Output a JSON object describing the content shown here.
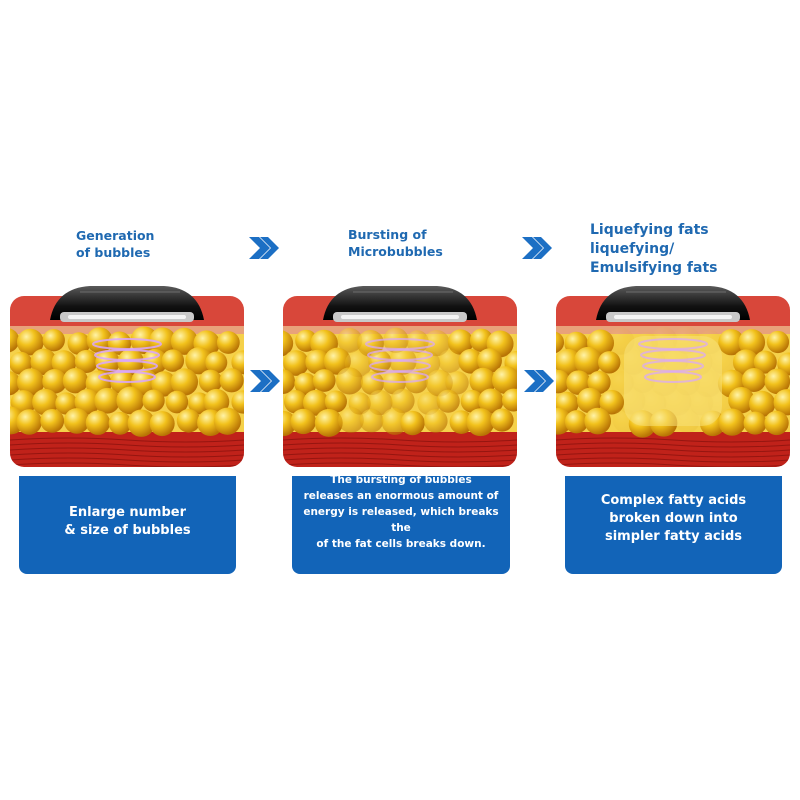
{
  "steps": [
    {
      "title": "Generation\nof bubbles",
      "caption": "Enlarge number\n& size of bubbles"
    },
    {
      "title": "Bursting of\nMicrobubbles",
      "caption": "The bursting of bubbles\nreleases an enormous amount of\nenergy is released, which breaks the\nof the fat cells breaks down."
    },
    {
      "title": "Liquefying fats\nliquefying/\nEmulsifying fats",
      "caption": "Complex fatty acids\nbroken down into\nsimpler fatty acids"
    }
  ],
  "icons": {
    "arrow": "double-chevron-right-icon",
    "device": "ultrasound-probe-icon"
  },
  "colors": {
    "title_text": "#1f69b1",
    "caption_box": "#1264b8",
    "arrow": "#1c6fc4",
    "fat_cell": "#e8a80c",
    "tissue_red": "#c0221a",
    "fat_background": "#f5d14a"
  }
}
